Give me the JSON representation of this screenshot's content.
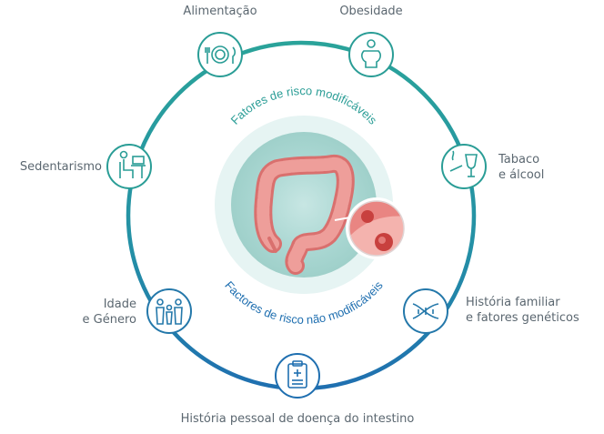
{
  "diagram": {
    "inner_top_arc_text": "Fatores de risco modificáveis",
    "inner_bottom_arc_text": "Factores de risco não modificáveis",
    "nodes": {
      "alimentacao": {
        "label": "Alimentação",
        "icon": "plate-cutlery-icon"
      },
      "obesidade": {
        "label": "Obesidade",
        "icon": "obese-person-icon"
      },
      "tabaco": {
        "label_line1": "Tabaco",
        "label_line2": "e álcool",
        "icon": "cigarette-wine-icon"
      },
      "historia_familiar": {
        "label_line1": "História familiar",
        "label_line2": "e fatores genéticos",
        "icon": "dna-icon"
      },
      "historia_pessoal": {
        "label": "História pessoal de doença do intestino",
        "icon": "clipboard-medical-icon"
      },
      "idade": {
        "label_line1": "Idade",
        "label_line2": "e Género",
        "icon": "family-icon"
      },
      "sedentarismo": {
        "label": "Sedentarismo",
        "icon": "person-at-desk-icon"
      }
    },
    "colors": {
      "ring_teal": "#2a9d96",
      "ring_blue": "#1f6fb0",
      "center_light": "#e4f3f2",
      "center_mid": "#aed7d3",
      "text_gray": "#5b6770",
      "arc_text_teal": "#2a9d96",
      "arc_text_blue": "#1f6fb0",
      "intestine": "#e58a88"
    }
  }
}
